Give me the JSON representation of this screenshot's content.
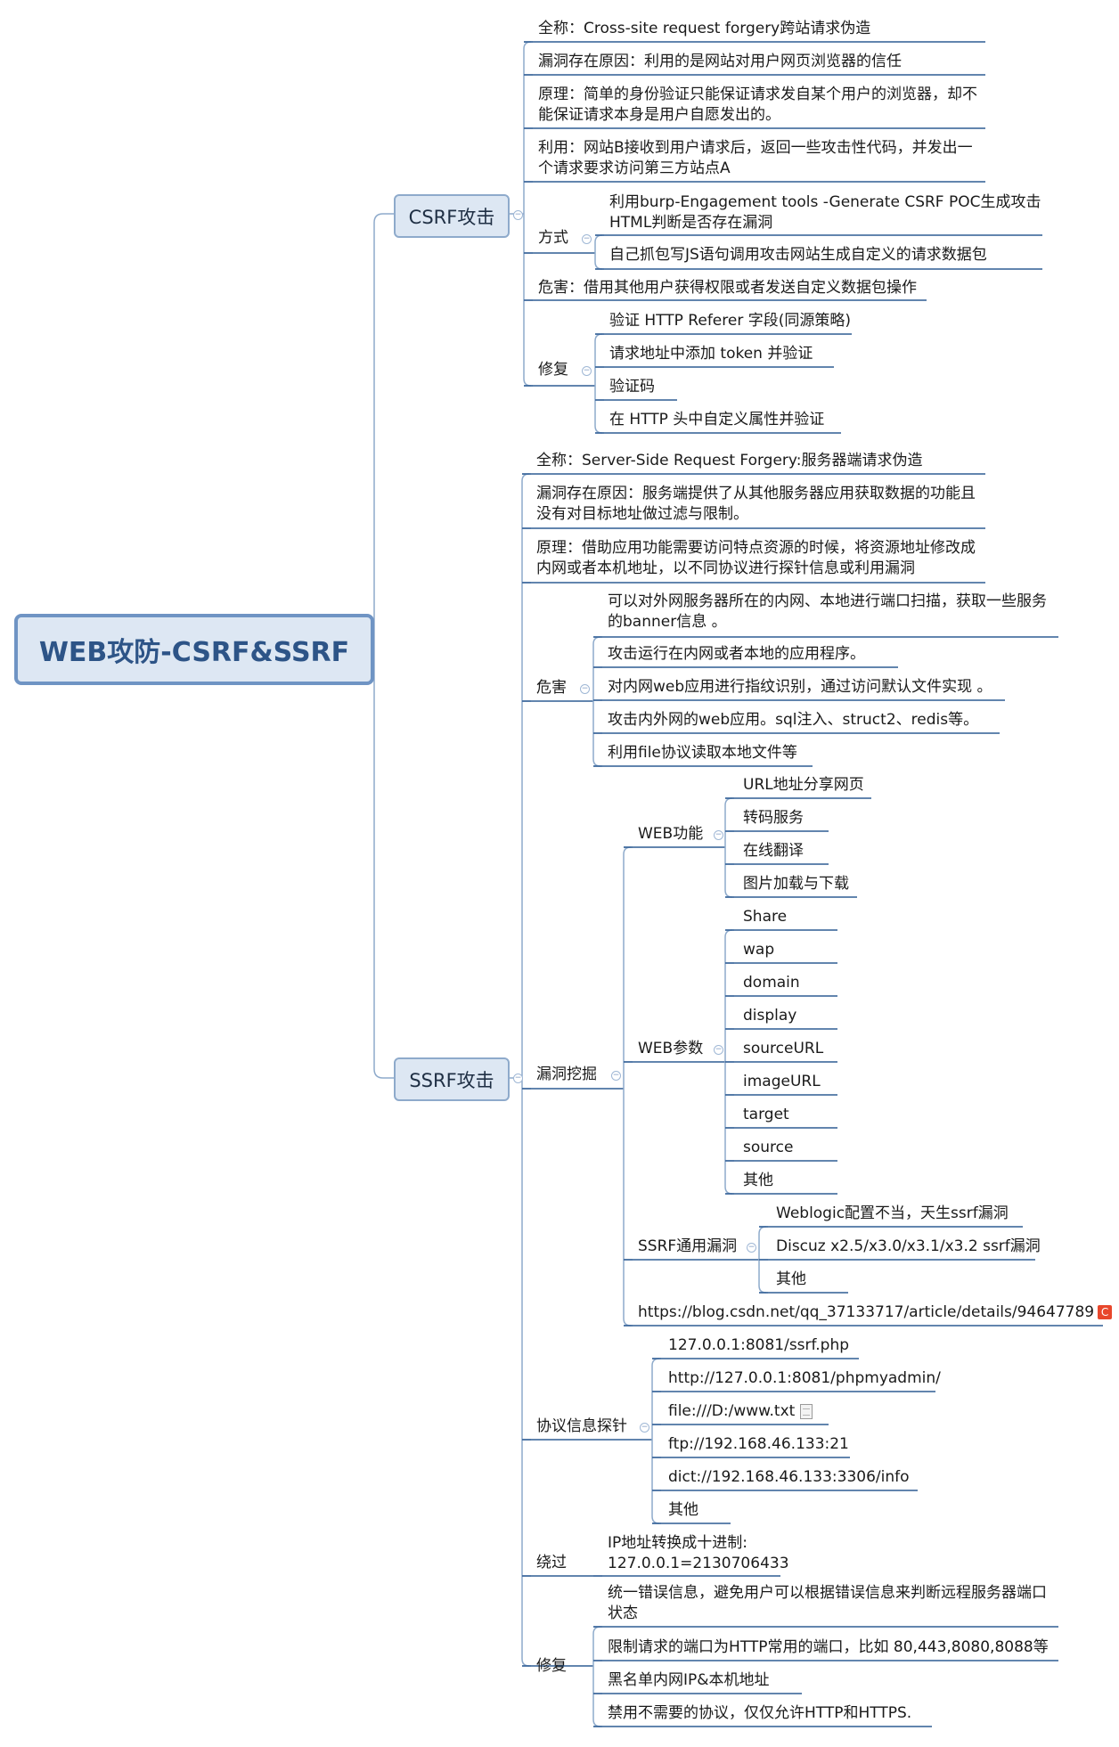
{
  "root": "WEB攻防-CSRF&SSRF",
  "csrf": {
    "title": "CSRF攻击",
    "fullname": "全称：Cross-site request forgery跨站请求伪造",
    "cause": "漏洞存在原因：利用的是网站对用户网页浏览器的信任",
    "principle": "原理：简单的身份验证只能保证请求发自某个用户的浏览器，却不能保证请求本身是用户自愿发出的。",
    "exploit": "利用：网站B接收到用户请求后，返回一些攻击性代码，并发出一个请求要求访问第三方站点A",
    "method_label": "方式",
    "methods": [
      "利用burp-Engagement tools -Generate CSRF POC生成攻击HTML判断是否存在漏洞",
      "自己抓包写JS语句调用攻击网站生成自定义的请求数据包"
    ],
    "harm": "危害：借用其他用户获得权限或者发送自定义数据包操作",
    "fix_label": "修复",
    "fixes": [
      "验证 HTTP Referer 字段(同源策略)",
      "请求地址中添加 token 并验证",
      "验证码",
      "在 HTTP 头中自定义属性并验证"
    ]
  },
  "ssrf": {
    "title": "SSRF攻击",
    "fullname": "全称：Server-Side Request Forgery:服务器端请求伪造",
    "cause": "漏洞存在原因：服务端提供了从其他服务器应用获取数据的功能且没有对目标地址做过滤与限制。",
    "principle": "原理：借助应用功能需要访问特点资源的时候，将资源地址修改成内网或者本机地址，以不同协议进行探针信息或利用漏洞",
    "harm_label": "危害",
    "harms": [
      "可以对外网服务器所在的内网、本地进行端口扫描，获取一些服务的banner信息 。",
      "攻击运行在内网或者本地的应用程序。",
      "对内网web应用进行指纹识别，通过访问默认文件实现 。",
      "攻击内外网的web应用。sql注入、struct2、redis等。",
      "利用file协议读取本地文件等"
    ],
    "mining_label": "漏洞挖掘",
    "web_func_label": "WEB功能",
    "web_funcs": [
      "URL地址分享网页",
      "转码服务",
      "在线翻译",
      "图片加载与下载"
    ],
    "web_params_label": "WEB参数",
    "web_params": [
      "Share",
      "wap",
      "domain",
      "display",
      "sourceURL",
      "imageURL",
      "target",
      "source",
      "其他"
    ],
    "common_label": "SSRF通用漏洞",
    "common": [
      "Weblogic配置不当，天生ssrf漏洞",
      "Discuz x2.5/x3.0/x3.1/x3.2 ssrf漏洞",
      "其他"
    ],
    "link": "https://blog.csdn.net/qq_37133717/article/details/94647789",
    "link_icon": "C",
    "probe_label": "协议信息探针",
    "probes": [
      "127.0.0.1:8081/ssrf.php",
      "http://127.0.0.1:8081/phpmyadmin/",
      "file:///D:/www.txt",
      "ftp://192.168.46.133:21",
      "dict://192.168.46.133:3306/info",
      "其他"
    ],
    "bypass_label": "绕过",
    "bypass": "IP地址转换成十进制:\n127.0.0.1=2130706433",
    "fix_label": "修复",
    "fixes": [
      "统一错误信息，避免用户可以根据错误信息来判断远程服务器端口状态",
      "限制请求的端口为HTTP常用的端口，比如 80,443,8080,8088等",
      "黑名单内网IP&本机地址",
      "禁用不需要的协议，仅仅允许HTTP和HTTPS."
    ]
  },
  "colors": {
    "line": "#8eaacb",
    "underline": "#2f5d94",
    "box_fill": "#dde7f3"
  }
}
